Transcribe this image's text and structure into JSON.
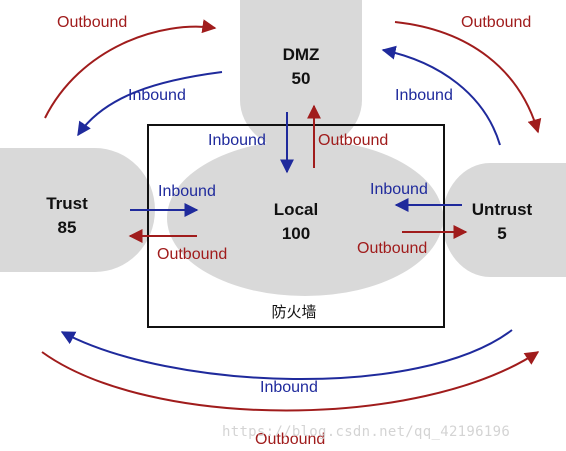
{
  "zones": {
    "dmz": {
      "name": "DMZ",
      "priority": "50"
    },
    "trust": {
      "name": "Trust",
      "priority": "85"
    },
    "local": {
      "name": "Local",
      "priority": "100"
    },
    "untrust": {
      "name": "Untrust",
      "priority": "5"
    }
  },
  "firewall_label": "防火墙",
  "labels": {
    "inbound": "Inbound",
    "outbound": "Outbound"
  },
  "colors": {
    "outbound": "#a01c1c",
    "inbound": "#1f2a9c",
    "zone_fill": "#d9d9d9"
  },
  "watermark": "https://blog.csdn.net/qq_42196196"
}
